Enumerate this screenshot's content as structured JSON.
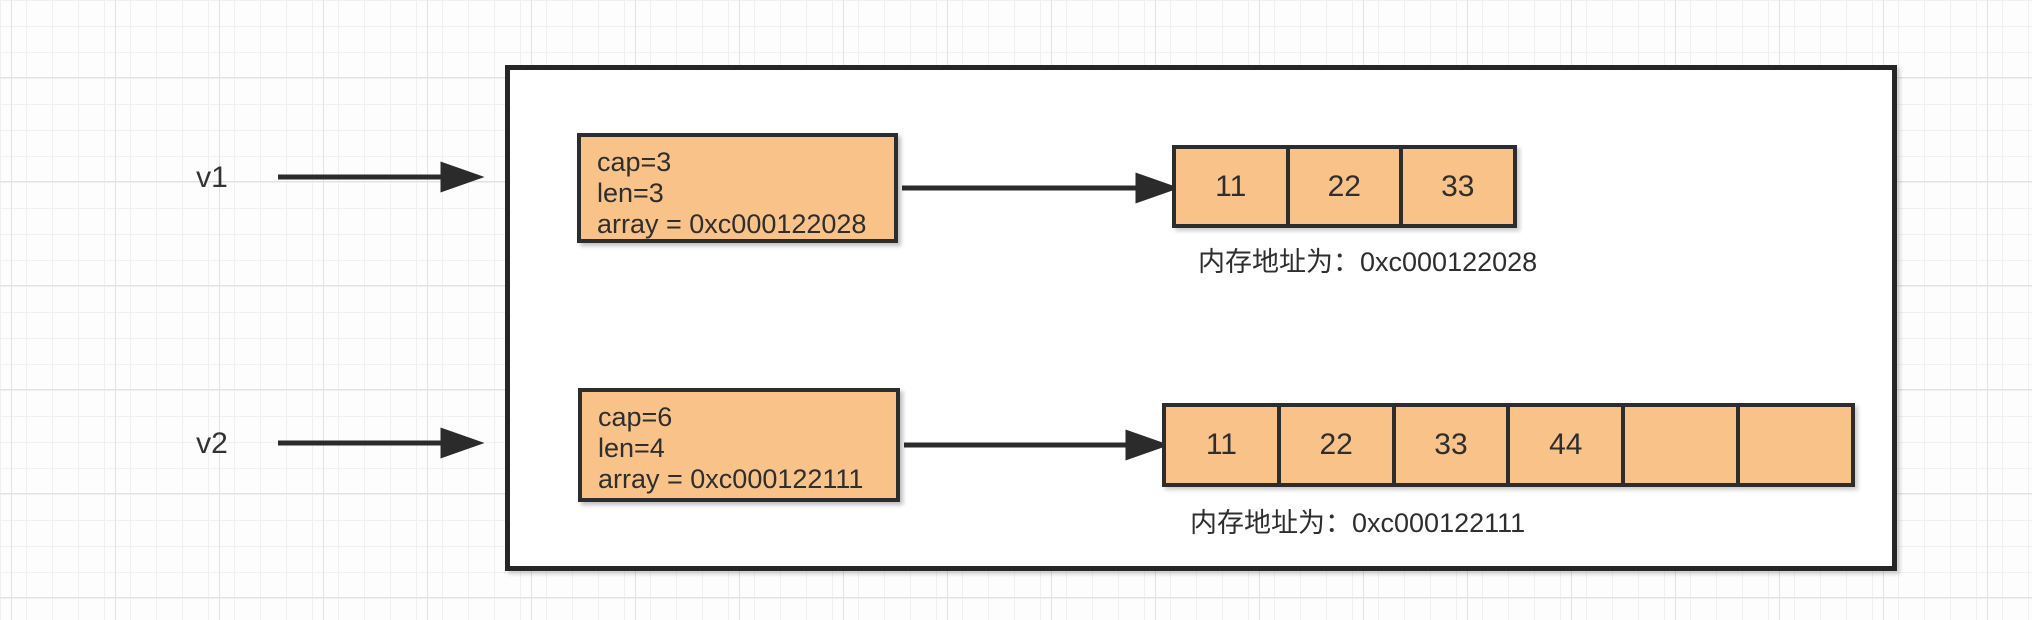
{
  "colors": {
    "cell_fill": "#f9c289",
    "stroke": "#2d2d2d",
    "container_stroke": "#262626",
    "text": "#2e2e2e",
    "background": "#fdfdfd",
    "grid_minor": "#f0f0f0",
    "grid_major": "#e2e2e2"
  },
  "rows": [
    {
      "pointer_label": "v1",
      "struct_lines": [
        "cap=3",
        "len=3",
        "array = 0xc000122028"
      ],
      "cells": [
        "11",
        "22",
        "33"
      ],
      "caption": "内存地址为：0xc000122028"
    },
    {
      "pointer_label": "v2",
      "struct_lines": [
        "cap=6",
        "len=4",
        "array = 0xc000122111"
      ],
      "cells": [
        "11",
        "22",
        "33",
        "44",
        "",
        ""
      ],
      "caption": "内存地址为：0xc000122111"
    }
  ]
}
